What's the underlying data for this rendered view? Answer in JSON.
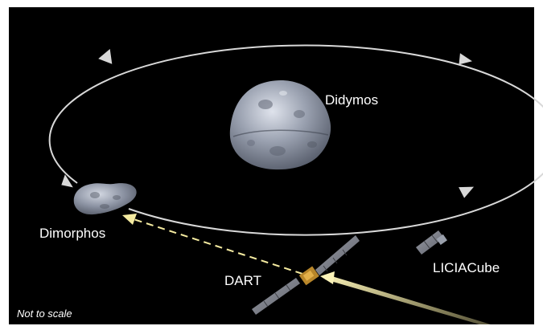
{
  "labels": {
    "didymos": "Didymos",
    "dimorphos": "Dimorphos",
    "dart": "DART",
    "liciacube": "LICIACube",
    "scale_note": "Not to scale"
  },
  "colors": {
    "space": "#000000",
    "orbit": "#d8d8d8",
    "asteroid": "#7a8294",
    "trajectory": "#f4eaa0",
    "dart_body": "#b8862a",
    "solar_panel": "#7d8088",
    "label": "#ffffff"
  },
  "icons": {
    "didymos": "asteroid-icon",
    "dimorphos": "asteroid-icon",
    "dart": "spacecraft-icon",
    "liciacube": "cubesat-icon"
  }
}
